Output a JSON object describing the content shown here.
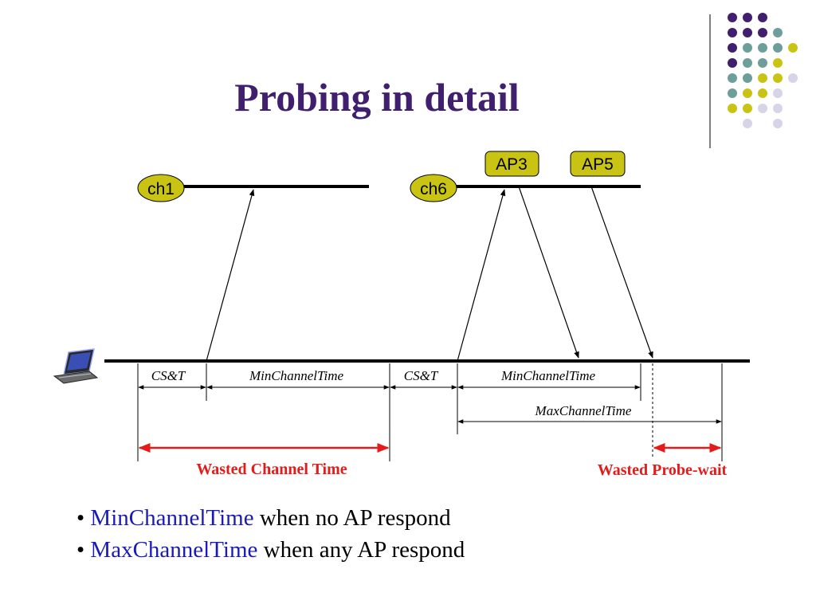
{
  "slide": {
    "title": "Probing in detail",
    "channels": {
      "ch1": "ch1",
      "ch6": "ch6"
    },
    "access_points": {
      "ap3": "AP3",
      "ap5": "AP5"
    },
    "intervals": {
      "cst_1": "CS&T",
      "min_channel_time_1": "MinChannelTime",
      "cst_2": "CS&T",
      "min_channel_time_2": "MinChannelTime",
      "max_channel_time": "MaxChannelTime"
    },
    "wasted": {
      "channel_time": "Wasted Channel Time",
      "probe_wait": "Wasted Probe-wait"
    },
    "bullets": [
      {
        "term": "MinChannelTime",
        "rest": " when no AP respond"
      },
      {
        "term": "MaxChannelTime",
        "rest": " when any AP respond"
      }
    ]
  },
  "colors": {
    "title": "#3f1f6e",
    "channel_fill": "#c9c414",
    "wasted": "#e31b1b",
    "bullet_term": "#1a1ab8",
    "dot_purple": "#3f1f6e",
    "dot_teal": "#6e9e9a",
    "dot_yellow": "#c9c414",
    "dot_lavender": "#d6d4e6"
  }
}
